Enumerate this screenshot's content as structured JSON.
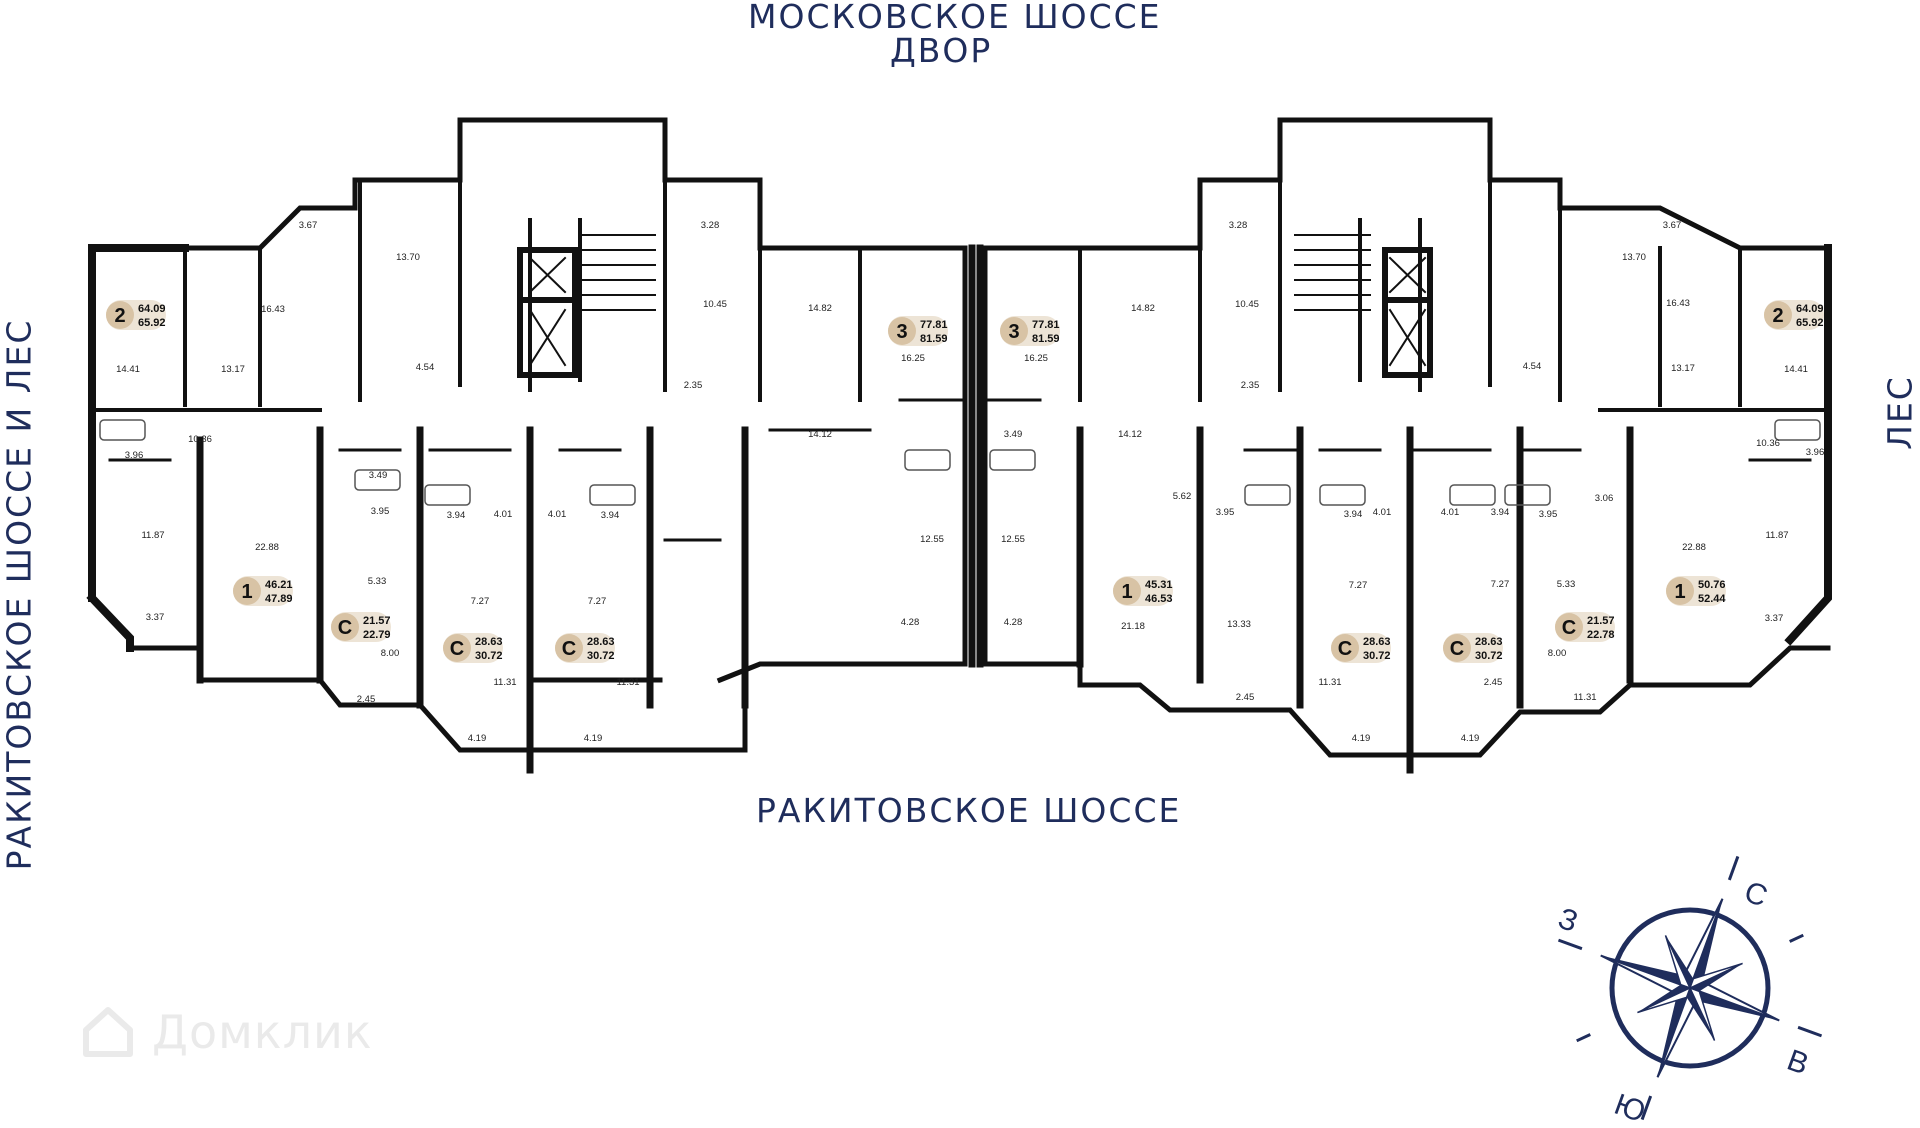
{
  "streets": {
    "top_line1": "МОСКОВСКОЕ ШОССЕ",
    "top_line2": "ДВОР",
    "left": "РАКИТОВСКОЕ ШОССЕ И ЛЕС",
    "right": "ЛЕС",
    "bottom": "РАКИТОВСКОЕ ШОССЕ"
  },
  "watermark": "Домклик",
  "compass": {
    "n": "С",
    "e": "В",
    "s": "Ю",
    "w": "З"
  },
  "colors": {
    "ink": "#1f2d5c",
    "wall": "#111111",
    "badge": "#d8c3a5"
  },
  "apartments": [
    {
      "type": "2",
      "area_living": "64.09",
      "area_total": "65.92"
    },
    {
      "type": "3",
      "area_living": "77.81",
      "area_total": "81.59"
    },
    {
      "type": "3",
      "area_living": "77.81",
      "area_total": "81.59"
    },
    {
      "type": "2",
      "area_living": "64.09",
      "area_total": "65.92"
    },
    {
      "type": "1",
      "area_living": "46.21",
      "area_total": "47.89"
    },
    {
      "type": "С",
      "area_living": "21.57",
      "area_total": "22.79"
    },
    {
      "type": "С",
      "area_living": "28.63",
      "area_total": "30.72"
    },
    {
      "type": "С",
      "area_living": "28.63",
      "area_total": "30.72"
    },
    {
      "type": "1",
      "area_living": "45.31",
      "area_total": "46.53"
    },
    {
      "type": "С",
      "area_living": "28.63",
      "area_total": "30.72"
    },
    {
      "type": "С",
      "area_living": "28.63",
      "area_total": "30.72"
    },
    {
      "type": "С",
      "area_living": "21.57",
      "area_total": "22.78"
    },
    {
      "type": "1",
      "area_living": "50.76",
      "area_total": "52.44"
    }
  ],
  "room_areas": [
    "3.67",
    "13.70",
    "3.28",
    "16.43",
    "10.45",
    "14.82",
    "14.41",
    "13.17",
    "4.54",
    "2.35",
    "16.25",
    "10.36",
    "14.12",
    "3.49",
    "3.96",
    "3.95",
    "3.94",
    "4.01",
    "4.01",
    "3.94",
    "11.87",
    "22.88",
    "5.33",
    "12.55",
    "7.27",
    "7.27",
    "3.37",
    "8.00",
    "2.45",
    "11.31",
    "11.31",
    "4.19",
    "4.19",
    "3.28",
    "13.70",
    "3.67",
    "14.82",
    "10.45",
    "16.43",
    "16.25",
    "2.35",
    "4.54",
    "13.17",
    "14.41",
    "3.49",
    "14.12",
    "10.36",
    "3.96",
    "5.62",
    "3.95",
    "3.94",
    "4.01",
    "4.01",
    "3.94",
    "3.95",
    "3.06",
    "12.55",
    "11.87",
    "22.88",
    "7.27",
    "7.27",
    "5.33",
    "4.28",
    "21.18",
    "13.33",
    "8.00",
    "3.37",
    "4.28",
    "2.45",
    "11.31",
    "11.31",
    "2.45",
    "4.19",
    "4.19"
  ]
}
